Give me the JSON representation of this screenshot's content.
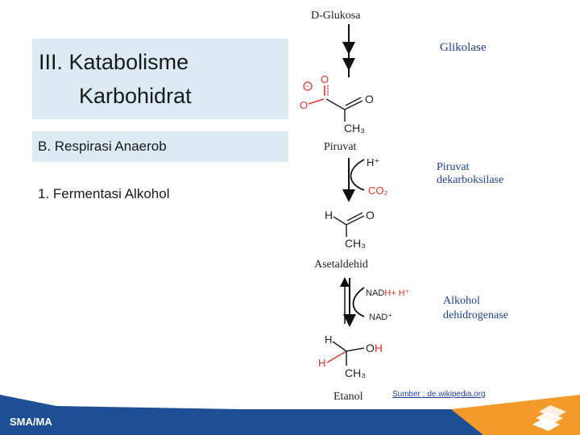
{
  "slide": {
    "title_line1": "III. Katabolisme",
    "title_line2": "Karbohidrat",
    "subtitle": "B. Respirasi Anaerob",
    "item": "1. Fermentasi Alkohol",
    "source": "Sumber : de.wikipedia.org",
    "footer_label": "SMA/MA"
  },
  "diagram": {
    "start": "D-Glukosa",
    "enzyme1": "Glikolase",
    "pyruvate": "Piruvat",
    "enzyme2_line1": "Piruvat",
    "enzyme2_line2": "dekarboksilase",
    "h_plus": "H⁺",
    "co2": "CO₂",
    "acetaldehyde": "Asetaldehid",
    "nadh_prefix": "NAD",
    "nadh_h": "H",
    "nadh_suffix": "+ H⁺",
    "nad_plus": "NAD⁺",
    "enzyme3_line1": "Alkohol",
    "enzyme3_line2": "dehidrogenase",
    "ethanol": "Etanol",
    "atom_O": "O",
    "atom_H": "H",
    "atom_OH_O": "O",
    "atom_OH_H": "H",
    "group_ch3": "CH₃",
    "charge_minus": "−"
  },
  "colors": {
    "panel": "#dbeaf3",
    "enzyme_text": "#1f3f8a",
    "red": "#e0332b",
    "footer_blue": "#1e4f96",
    "footer_orange": "#f39a2b"
  }
}
